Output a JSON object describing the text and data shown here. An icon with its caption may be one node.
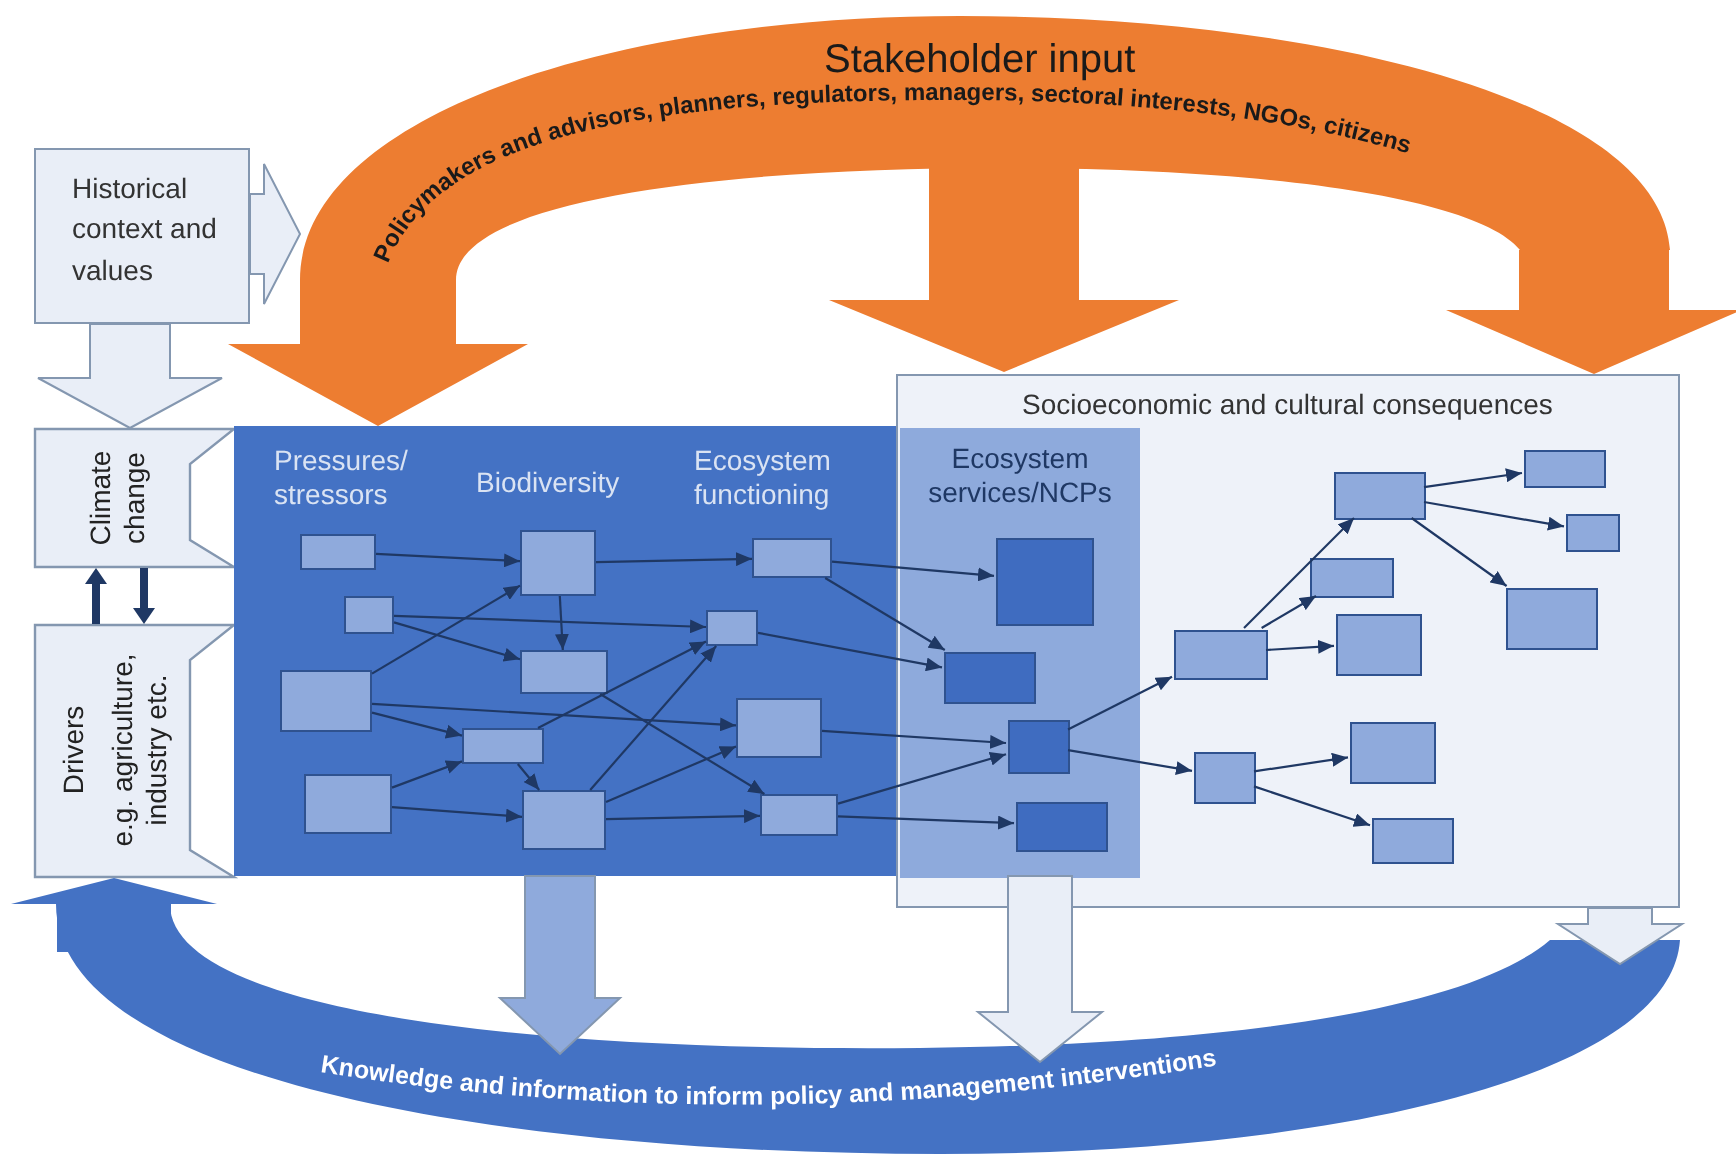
{
  "diagram": {
    "nodes": [
      {
        "text": [
          "Historical context and values"
        ]
      },
      {
        "text": [
          "Stakeholder input",
          "Policymakers and advisors, planners, regulators, managers, sectoral interests, NGOs, citizens"
        ]
      },
      {
        "text": [
          "Climate change"
        ]
      },
      {
        "text": [
          "Drivers",
          "e.g. agriculture, industry etc."
        ]
      },
      {
        "text": [
          "Pressures/ stressors",
          "Biodiversity",
          "Ecosystem functioning"
        ]
      },
      {
        "text": [
          "Socioeconomic and cultural consequences"
        ]
      },
      {
        "text": [
          "Ecosystem services/NCPs"
        ],
        "in": 5
      },
      {
        "text": [],
        "shape": "box",
        "in": 4
      },
      {
        "text": [],
        "shape": "box",
        "in": 4
      },
      {
        "text": [],
        "shape": "box",
        "in": 4
      },
      {
        "text": [],
        "shape": "box",
        "in": 4
      },
      {
        "text": [],
        "shape": "box",
        "in": 4
      },
      {
        "text": [],
        "shape": "box",
        "in": 4
      },
      {
        "text": [],
        "shape": "box",
        "in": 4
      },
      {
        "text": [],
        "shape": "box",
        "in": 4
      },
      {
        "text": [],
        "shape": "box",
        "in": 4
      },
      {
        "text": [],
        "shape": "box",
        "in": 4
      },
      {
        "text": [],
        "shape": "box",
        "in": 4
      },
      {
        "text": [],
        "shape": "box",
        "in": 4
      },
      {
        "text": [],
        "shape": "box",
        "in": 6
      },
      {
        "text": [],
        "shape": "box",
        "in": 6
      },
      {
        "text": [],
        "shape": "box",
        "in": 6
      },
      {
        "text": [],
        "shape": "box",
        "in": 6
      },
      {
        "text": [],
        "shape": "box",
        "in": 5
      },
      {
        "text": [],
        "shape": "box",
        "in": 5
      },
      {
        "text": [],
        "shape": "box",
        "in": 5
      },
      {
        "text": [],
        "shape": "box",
        "in": 5
      },
      {
        "text": [],
        "shape": "box",
        "in": 5
      },
      {
        "text": [],
        "shape": "box",
        "in": 5
      },
      {
        "text": [],
        "shape": "box",
        "in": 5
      },
      {
        "text": [],
        "shape": "box",
        "in": 5
      },
      {
        "text": [],
        "shape": "box",
        "in": 5
      },
      {
        "text": [],
        "shape": "box",
        "in": 5
      },
      {
        "text": [
          "Knowledge and information to inform policy and management interventions"
        ]
      }
    ],
    "edges": [
      {
        "from": 0,
        "to": 1,
        "arrow": "to",
        "style": "thick",
        "color": "#e9eef7"
      },
      {
        "from": 0,
        "to": 2,
        "arrow": "to",
        "style": "thick",
        "color": "#e9eef7"
      },
      {
        "from": 1,
        "to": 4,
        "arrow": "to",
        "style": "thick",
        "color": "#ed7d31"
      },
      {
        "from": 1,
        "to": 5,
        "arrow": "to",
        "style": "thick",
        "color": "#ed7d31"
      },
      {
        "from": 1,
        "to": 5,
        "arrow": "to",
        "style": "thick",
        "color": "#ed7d31"
      },
      {
        "from": 3,
        "to": 2,
        "arrow": "to",
        "style": "thick",
        "color": "#1f3864"
      },
      {
        "from": 2,
        "to": 3,
        "arrow": "to",
        "style": "thick",
        "color": "#1f3864"
      },
      {
        "from": 4,
        "to": 33,
        "arrow": "to",
        "style": "thick",
        "color": "#8faadc"
      },
      {
        "from": 6,
        "to": 33,
        "arrow": "to",
        "style": "thick",
        "color": "#e9eef7"
      },
      {
        "from": 5,
        "to": 33,
        "arrow": "to",
        "style": "thick",
        "color": "#e9eef7"
      },
      {
        "from": 33,
        "to": 3,
        "arrow": "to",
        "style": "thick",
        "color": "#4472c4"
      },
      {
        "from": 7,
        "to": 11,
        "arrow": "to"
      },
      {
        "from": 8,
        "to": 16,
        "arrow": "to"
      },
      {
        "from": 8,
        "to": 12,
        "arrow": "to"
      },
      {
        "from": 9,
        "to": 11,
        "arrow": "to"
      },
      {
        "from": 9,
        "to": 13,
        "arrow": "to"
      },
      {
        "from": 9,
        "to": 17,
        "arrow": "to"
      },
      {
        "from": 10,
        "to": 13,
        "arrow": "to"
      },
      {
        "from": 10,
        "to": 14,
        "arrow": "to"
      },
      {
        "from": 11,
        "to": 15,
        "arrow": "to"
      },
      {
        "from": 11,
        "to": 12,
        "arrow": "to"
      },
      {
        "from": 12,
        "to": 18,
        "arrow": "to"
      },
      {
        "from": 13,
        "to": 14,
        "arrow": "to"
      },
      {
        "from": 13,
        "to": 16,
        "arrow": "to"
      },
      {
        "from": 14,
        "to": 16,
        "arrow": "to"
      },
      {
        "from": 14,
        "to": 17,
        "arrow": "to"
      },
      {
        "from": 14,
        "to": 18,
        "arrow": "to"
      },
      {
        "from": 15,
        "to": 19,
        "arrow": "to"
      },
      {
        "from": 15,
        "to": 20,
        "arrow": "to"
      },
      {
        "from": 16,
        "to": 20,
        "arrow": "to"
      },
      {
        "from": 17,
        "to": 21,
        "arrow": "to"
      },
      {
        "from": 18,
        "to": 21,
        "arrow": "to"
      },
      {
        "from": 18,
        "to": 22,
        "arrow": "to"
      },
      {
        "from": 21,
        "to": 23,
        "arrow": "to"
      },
      {
        "from": 21,
        "to": 24,
        "arrow": "to"
      },
      {
        "from": 23,
        "to": 25,
        "arrow": "to"
      },
      {
        "from": 23,
        "to": 26,
        "arrow": "to"
      },
      {
        "from": 23,
        "to": 27,
        "arrow": "to"
      },
      {
        "from": 25,
        "to": 28,
        "arrow": "to"
      },
      {
        "from": 25,
        "to": 29,
        "arrow": "to"
      },
      {
        "from": 25,
        "to": 30,
        "arrow": "to"
      },
      {
        "from": 24,
        "to": 31,
        "arrow": "to"
      },
      {
        "from": 24,
        "to": 32,
        "arrow": "to"
      }
    ]
  }
}
